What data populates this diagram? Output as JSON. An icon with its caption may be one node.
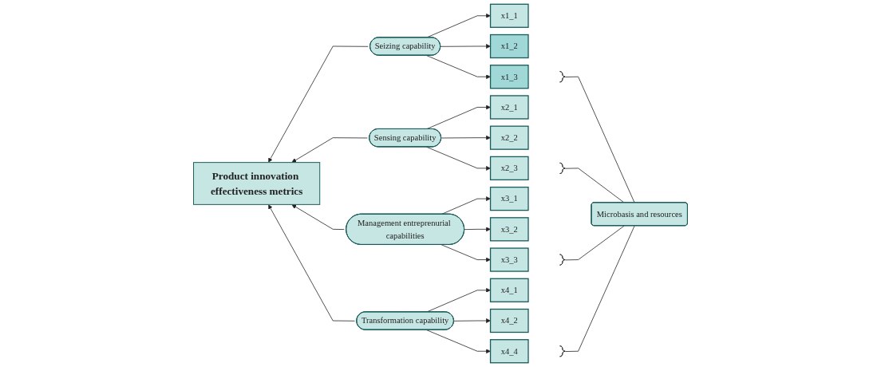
{
  "diagram": {
    "nodes": [
      {
        "text": [
          "Product innovation effectiveness metrics"
        ]
      },
      {
        "text": [
          "Seizing capability"
        ]
      },
      {
        "text": [
          "x1_1"
        ]
      },
      {
        "text": [
          "x1_2"
        ]
      },
      {
        "text": [
          "x1_3"
        ]
      },
      {
        "text": [],
        "shape": "bracket"
      },
      {
        "text": [
          "Sensing capability"
        ]
      },
      {
        "text": [
          "x2_1"
        ]
      },
      {
        "text": [
          "x2_2"
        ]
      },
      {
        "text": [
          "x2_3"
        ]
      },
      {
        "text": [],
        "shape": "bracket"
      },
      {
        "text": [
          "Management entreprenurial capabilities"
        ]
      },
      {
        "text": [
          "x3_1"
        ]
      },
      {
        "text": [
          "x3_2"
        ]
      },
      {
        "text": [
          "x3_3"
        ]
      },
      {
        "text": [],
        "shape": "bracket"
      },
      {
        "text": [
          "Transformation capability"
        ]
      },
      {
        "text": [
          "x4_1"
        ]
      },
      {
        "text": [
          "x4_2"
        ]
      },
      {
        "text": [
          "x4_4"
        ]
      },
      {
        "text": [],
        "shape": "bracket"
      },
      {
        "text": [
          "Microbasis and resources"
        ]
      }
    ],
    "edges": [
      {
        "from": 1,
        "to": 0,
        "arrow": "to"
      },
      {
        "from": 6,
        "to": 0,
        "arrow": "to"
      },
      {
        "from": 11,
        "to": 0,
        "arrow": "to"
      },
      {
        "from": 16,
        "to": 0,
        "arrow": "to"
      },
      {
        "from": 1,
        "to": 2,
        "arrow": "to"
      },
      {
        "from": 1,
        "to": 3,
        "arrow": "to"
      },
      {
        "from": 1,
        "to": 4,
        "arrow": "to"
      },
      {
        "from": 6,
        "to": 7,
        "arrow": "to"
      },
      {
        "from": 6,
        "to": 8,
        "arrow": "to"
      },
      {
        "from": 6,
        "to": 9,
        "arrow": "to"
      },
      {
        "from": 11,
        "to": 12,
        "arrow": "to"
      },
      {
        "from": 11,
        "to": 13,
        "arrow": "to"
      },
      {
        "from": 11,
        "to": 14,
        "arrow": "to"
      },
      {
        "from": 16,
        "to": 17,
        "arrow": "to"
      },
      {
        "from": 16,
        "to": 18,
        "arrow": "to"
      },
      {
        "from": 16,
        "to": 19,
        "arrow": "to"
      },
      {
        "from": 5,
        "to": 21,
        "arrow": "none"
      },
      {
        "from": 10,
        "to": 21,
        "arrow": "none"
      },
      {
        "from": 15,
        "to": 21,
        "arrow": "none"
      },
      {
        "from": 20,
        "to": 21,
        "arrow": "none"
      }
    ]
  }
}
